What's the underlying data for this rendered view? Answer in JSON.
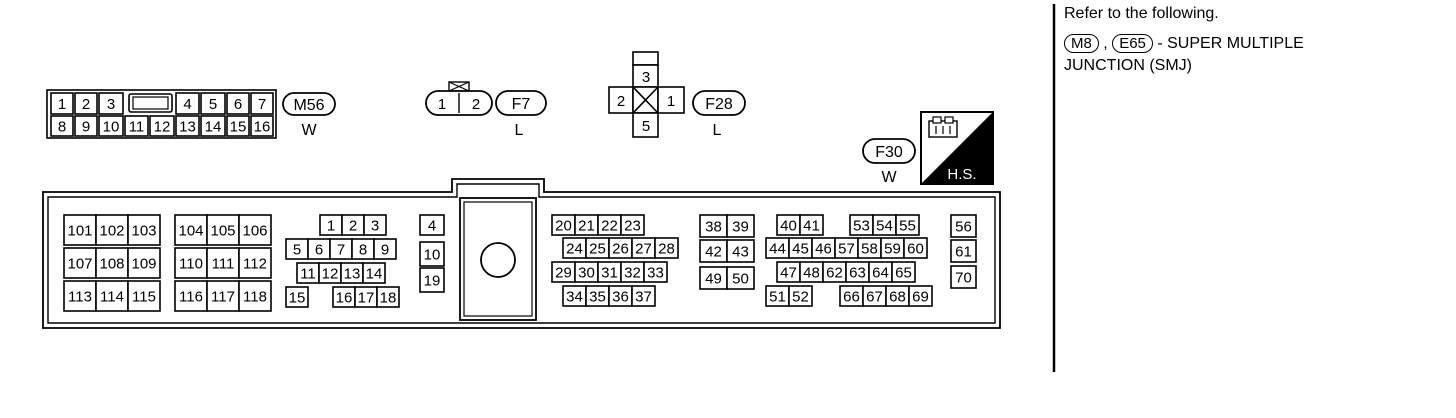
{
  "note": {
    "refer": "Refer to the following.",
    "conn_a": "M8",
    "sep": ",",
    "conn_b": "E65",
    "desc1": "- SUPER MULTIPLE",
    "desc2": "JUNCTION (SMJ)"
  },
  "connectors": {
    "m56": {
      "id": "M56",
      "color": "W",
      "pins": [
        "1",
        "2",
        "3",
        "4",
        "5",
        "6",
        "7",
        "8",
        "9",
        "10",
        "11",
        "12",
        "13",
        "14",
        "15",
        "16"
      ]
    },
    "f7": {
      "id": "F7",
      "color": "L",
      "pins": [
        "1",
        "2"
      ]
    },
    "f28": {
      "id": "F28",
      "color": "L",
      "pins": [
        "3",
        "2",
        "1",
        "5"
      ]
    },
    "f30": {
      "id": "F30",
      "color": "W"
    }
  },
  "hs_label": "H.S.",
  "ecm_pins": [
    "101",
    "102",
    "103",
    "107",
    "108",
    "109",
    "113",
    "114",
    "115",
    "104",
    "105",
    "106",
    "110",
    "111",
    "112",
    "116",
    "117",
    "118",
    "1",
    "2",
    "3",
    "5",
    "6",
    "7",
    "8",
    "9",
    "11",
    "12",
    "13",
    "14",
    "15",
    "16",
    "17",
    "18",
    "4",
    "10",
    "19",
    "20",
    "21",
    "22",
    "23",
    "24",
    "25",
    "26",
    "27",
    "28",
    "29",
    "30",
    "31",
    "32",
    "33",
    "34",
    "35",
    "36",
    "37",
    "38",
    "39",
    "42",
    "43",
    "49",
    "50",
    "40",
    "41",
    "53",
    "54",
    "55",
    "44",
    "45",
    "46",
    "57",
    "58",
    "59",
    "60",
    "47",
    "48",
    "62",
    "63",
    "64",
    "65",
    "51",
    "52",
    "66",
    "67",
    "68",
    "69",
    "56",
    "61",
    "70"
  ],
  "colors": {
    "line": "#000000",
    "background": "#ffffff"
  },
  "icons": [
    "connector-icon"
  ]
}
